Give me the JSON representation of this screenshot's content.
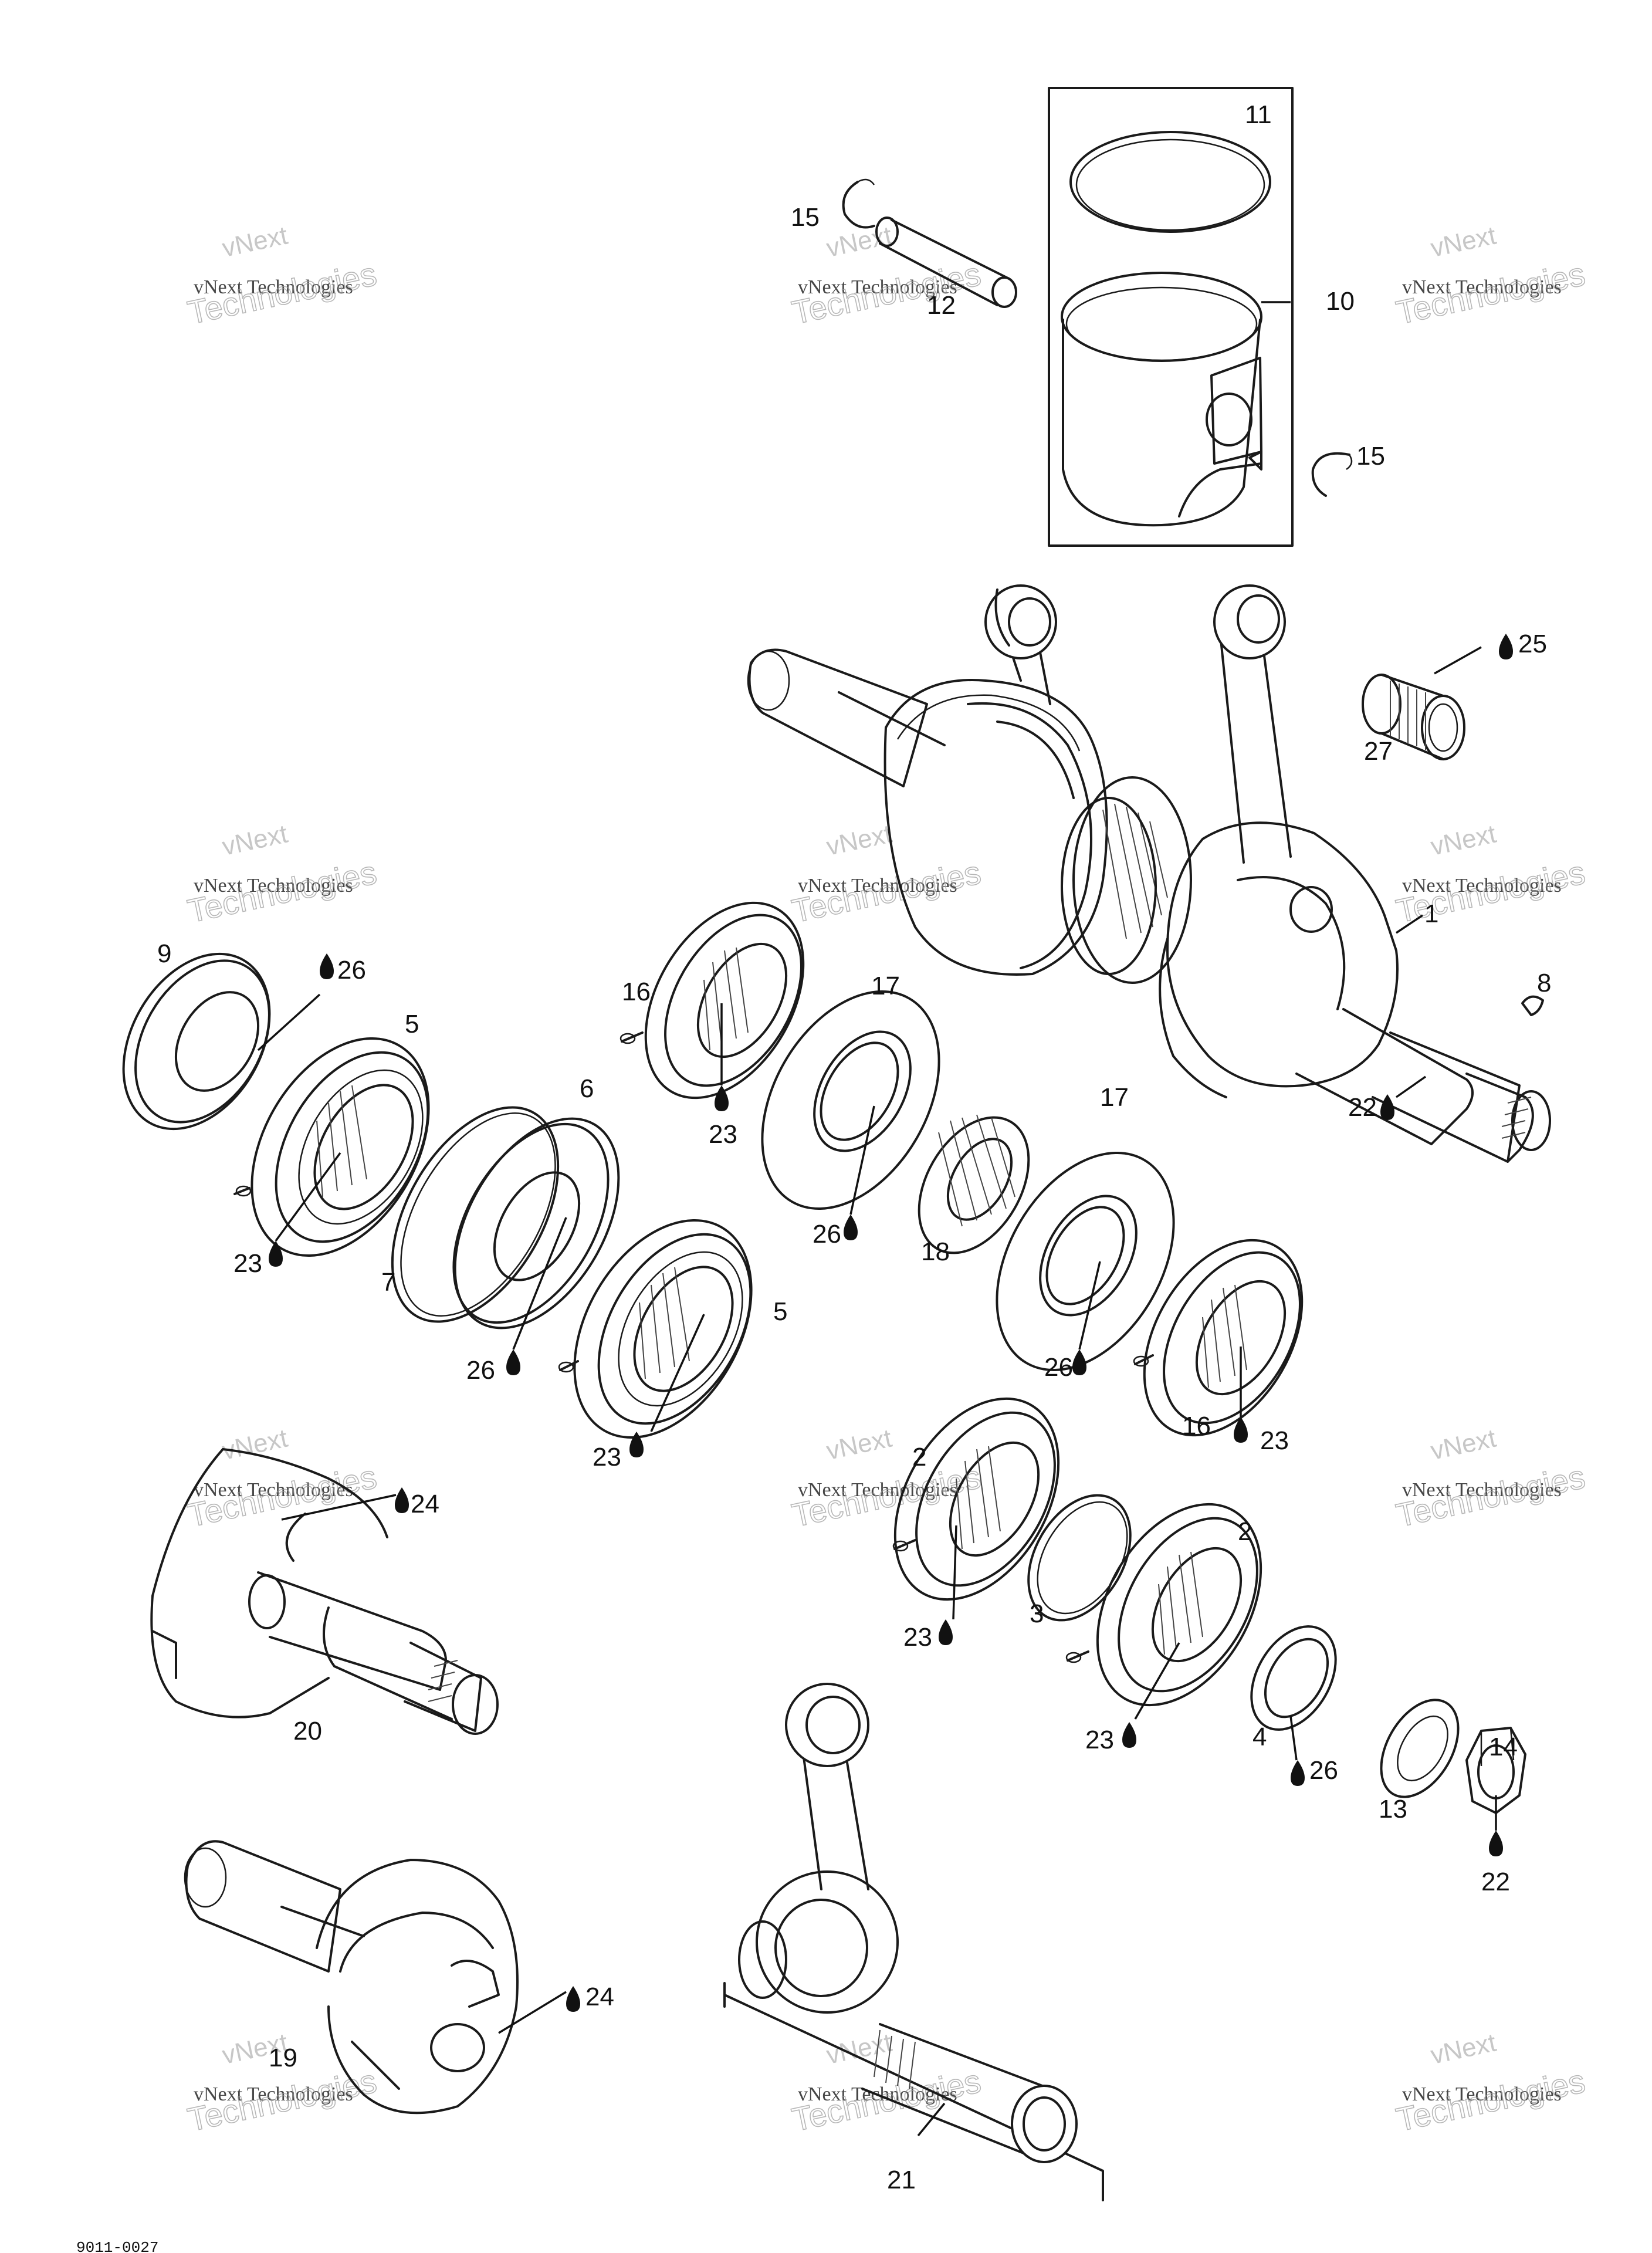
{
  "diagram": {
    "drawing_code": "9011-0027",
    "callouts": {
      "c1": "1",
      "c2a": "2",
      "c2b": "2",
      "c3": "3",
      "c4": "4",
      "c5a": "5",
      "c5b": "5",
      "c6": "6",
      "c7": "7",
      "c8": "8",
      "c9": "9",
      "c10": "10",
      "c11": "11",
      "c12": "12",
      "c13": "13",
      "c14": "14",
      "c15a": "15",
      "c15b": "15",
      "c16a": "16",
      "c16b": "16",
      "c17a": "17",
      "c17b": "17",
      "c18": "18",
      "c19": "19",
      "c20": "20",
      "c21": "21",
      "c22a": "22",
      "c22b": "22",
      "c23a": "23",
      "c23b": "23",
      "c23c": "23",
      "c23d": "23",
      "c23e": "23",
      "c23f": "23",
      "c24a": "24",
      "c24b": "24",
      "c25": "25",
      "c26a": "26",
      "c26b": "26",
      "c26c": "26",
      "c26d": "26",
      "c26e": "26",
      "c27": "27"
    },
    "watermark": {
      "line1": "vNext",
      "line2": "vNext Technologies",
      "line3": "Technologies"
    }
  }
}
